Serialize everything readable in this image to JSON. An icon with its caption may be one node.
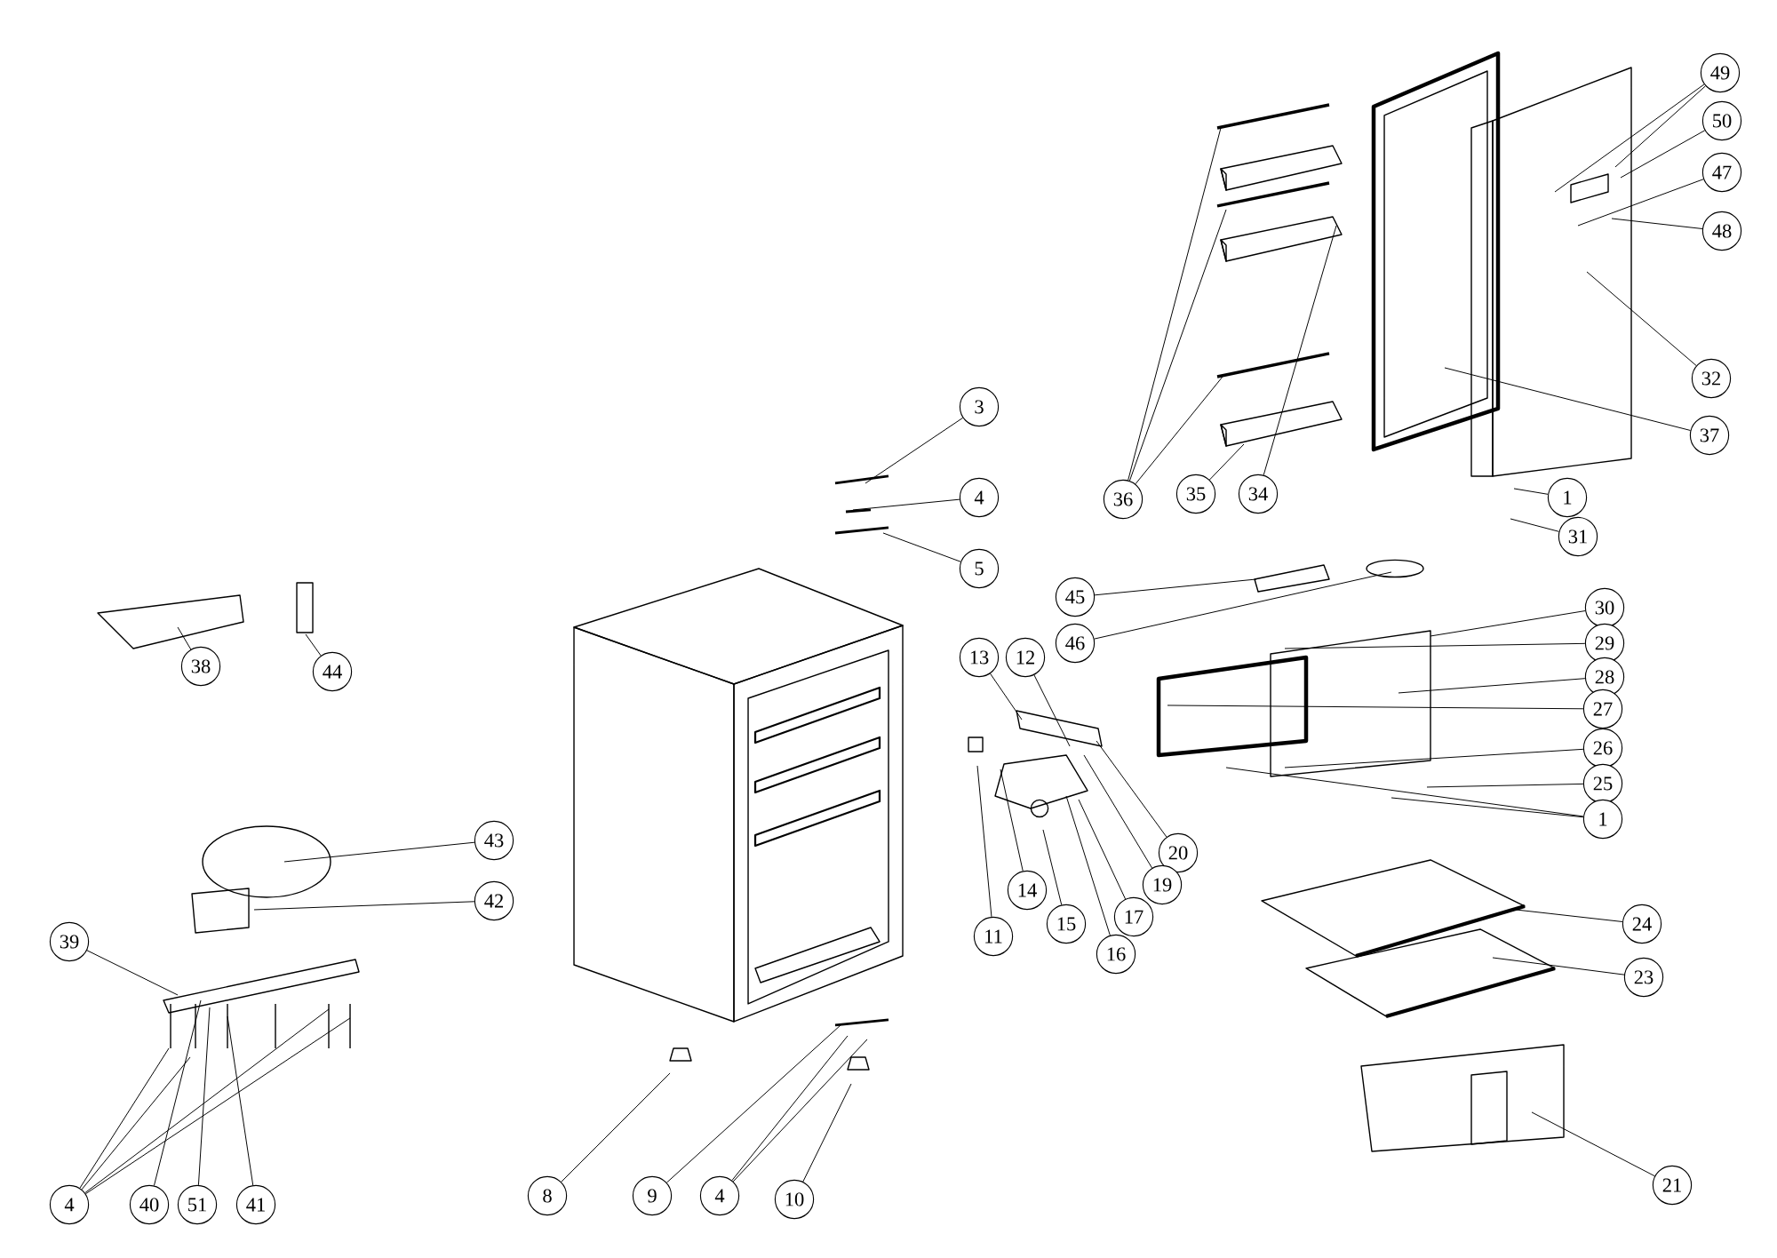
{
  "diagram": {
    "nodes": [
      {
        "text": [
          "3"
        ]
      },
      {
        "text": [
          "4"
        ]
      },
      {
        "text": [
          "5"
        ]
      },
      {
        "text": [
          "36"
        ]
      },
      {
        "text": [
          "35"
        ]
      },
      {
        "text": [
          "34"
        ]
      },
      {
        "text": [
          "49"
        ]
      },
      {
        "text": [
          "50"
        ]
      },
      {
        "text": [
          "47"
        ]
      },
      {
        "text": [
          "48"
        ]
      },
      {
        "text": [
          "32"
        ]
      },
      {
        "text": [
          "37"
        ]
      },
      {
        "text": [
          "1"
        ]
      },
      {
        "text": [
          "31"
        ]
      },
      {
        "text": [
          "45"
        ]
      },
      {
        "text": [
          "46"
        ]
      },
      {
        "text": [
          "30"
        ]
      },
      {
        "text": [
          "29"
        ]
      },
      {
        "text": [
          "28"
        ]
      },
      {
        "text": [
          "27"
        ]
      },
      {
        "text": [
          "26"
        ]
      },
      {
        "text": [
          "25"
        ]
      },
      {
        "text": [
          "1"
        ]
      },
      {
        "text": [
          "13"
        ]
      },
      {
        "text": [
          "12"
        ]
      },
      {
        "text": [
          "38"
        ]
      },
      {
        "text": [
          "44"
        ]
      },
      {
        "text": [
          "43"
        ]
      },
      {
        "text": [
          "42"
        ]
      },
      {
        "text": [
          "39"
        ]
      },
      {
        "text": [
          "20"
        ]
      },
      {
        "text": [
          "19"
        ]
      },
      {
        "text": [
          "14"
        ]
      },
      {
        "text": [
          "17"
        ]
      },
      {
        "text": [
          "15"
        ]
      },
      {
        "text": [
          "16"
        ]
      },
      {
        "text": [
          "11"
        ]
      },
      {
        "text": [
          "24"
        ]
      },
      {
        "text": [
          "23"
        ]
      },
      {
        "text": [
          "21"
        ]
      },
      {
        "text": [
          "4"
        ]
      },
      {
        "text": [
          "40"
        ]
      },
      {
        "text": [
          "51"
        ]
      },
      {
        "text": [
          "41"
        ]
      },
      {
        "text": [
          "8"
        ]
      },
      {
        "text": [
          "9"
        ]
      },
      {
        "text": [
          "4"
        ]
      },
      {
        "text": [
          "10"
        ]
      }
    ],
    "edges": [
      {
        "from": 0,
        "to": null,
        "arrow": "none"
      },
      {
        "from": 1,
        "to": null,
        "arrow": "none"
      },
      {
        "from": 2,
        "to": null,
        "arrow": "none"
      },
      {
        "from": 3,
        "to": null,
        "arrow": "none"
      },
      {
        "from": 3,
        "to": null,
        "arrow": "none"
      },
      {
        "from": 3,
        "to": null,
        "arrow": "none"
      },
      {
        "from": 4,
        "to": null,
        "arrow": "none"
      },
      {
        "from": 5,
        "to": null,
        "arrow": "none"
      },
      {
        "from": 6,
        "to": null,
        "arrow": "none"
      },
      {
        "from": 6,
        "to": null,
        "arrow": "none"
      },
      {
        "from": 7,
        "to": null,
        "arrow": "none"
      },
      {
        "from": 8,
        "to": null,
        "arrow": "none"
      },
      {
        "from": 9,
        "to": null,
        "arrow": "none"
      },
      {
        "from": 10,
        "to": null,
        "arrow": "none"
      },
      {
        "from": 11,
        "to": null,
        "arrow": "none"
      },
      {
        "from": 12,
        "to": null,
        "arrow": "none"
      },
      {
        "from": 13,
        "to": null,
        "arrow": "none"
      },
      {
        "from": 14,
        "to": null,
        "arrow": "none"
      },
      {
        "from": 15,
        "to": null,
        "arrow": "none"
      },
      {
        "from": 16,
        "to": null,
        "arrow": "none"
      },
      {
        "from": 17,
        "to": null,
        "arrow": "none"
      },
      {
        "from": 18,
        "to": null,
        "arrow": "none"
      },
      {
        "from": 19,
        "to": null,
        "arrow": "none"
      },
      {
        "from": 20,
        "to": null,
        "arrow": "none"
      },
      {
        "from": 21,
        "to": null,
        "arrow": "none"
      },
      {
        "from": 22,
        "to": null,
        "arrow": "none"
      },
      {
        "from": 22,
        "to": null,
        "arrow": "none"
      },
      {
        "from": 23,
        "to": null,
        "arrow": "none"
      },
      {
        "from": 24,
        "to": null,
        "arrow": "none"
      },
      {
        "from": 25,
        "to": null,
        "arrow": "none"
      },
      {
        "from": 26,
        "to": null,
        "arrow": "none"
      },
      {
        "from": 27,
        "to": null,
        "arrow": "none"
      },
      {
        "from": 28,
        "to": null,
        "arrow": "none"
      },
      {
        "from": 29,
        "to": null,
        "arrow": "none"
      },
      {
        "from": 30,
        "to": null,
        "arrow": "none"
      },
      {
        "from": 31,
        "to": null,
        "arrow": "none"
      },
      {
        "from": 32,
        "to": null,
        "arrow": "none"
      },
      {
        "from": 33,
        "to": null,
        "arrow": "none"
      },
      {
        "from": 34,
        "to": null,
        "arrow": "none"
      },
      {
        "from": 35,
        "to": null,
        "arrow": "none"
      },
      {
        "from": 36,
        "to": null,
        "arrow": "none"
      },
      {
        "from": 37,
        "to": null,
        "arrow": "none"
      },
      {
        "from": 38,
        "to": null,
        "arrow": "none"
      },
      {
        "from": 39,
        "to": null,
        "arrow": "none"
      },
      {
        "from": 40,
        "to": null,
        "arrow": "none"
      },
      {
        "from": 40,
        "to": null,
        "arrow": "none"
      },
      {
        "from": 40,
        "to": null,
        "arrow": "none"
      },
      {
        "from": 40,
        "to": null,
        "arrow": "none"
      },
      {
        "from": 41,
        "to": null,
        "arrow": "none"
      },
      {
        "from": 42,
        "to": null,
        "arrow": "none"
      },
      {
        "from": 43,
        "to": null,
        "arrow": "none"
      },
      {
        "from": 44,
        "to": null,
        "arrow": "none"
      },
      {
        "from": 45,
        "to": null,
        "arrow": "none"
      },
      {
        "from": 46,
        "to": null,
        "arrow": "none"
      },
      {
        "from": 46,
        "to": null,
        "arrow": "none"
      },
      {
        "from": 47,
        "to": null,
        "arrow": "none"
      }
    ]
  }
}
